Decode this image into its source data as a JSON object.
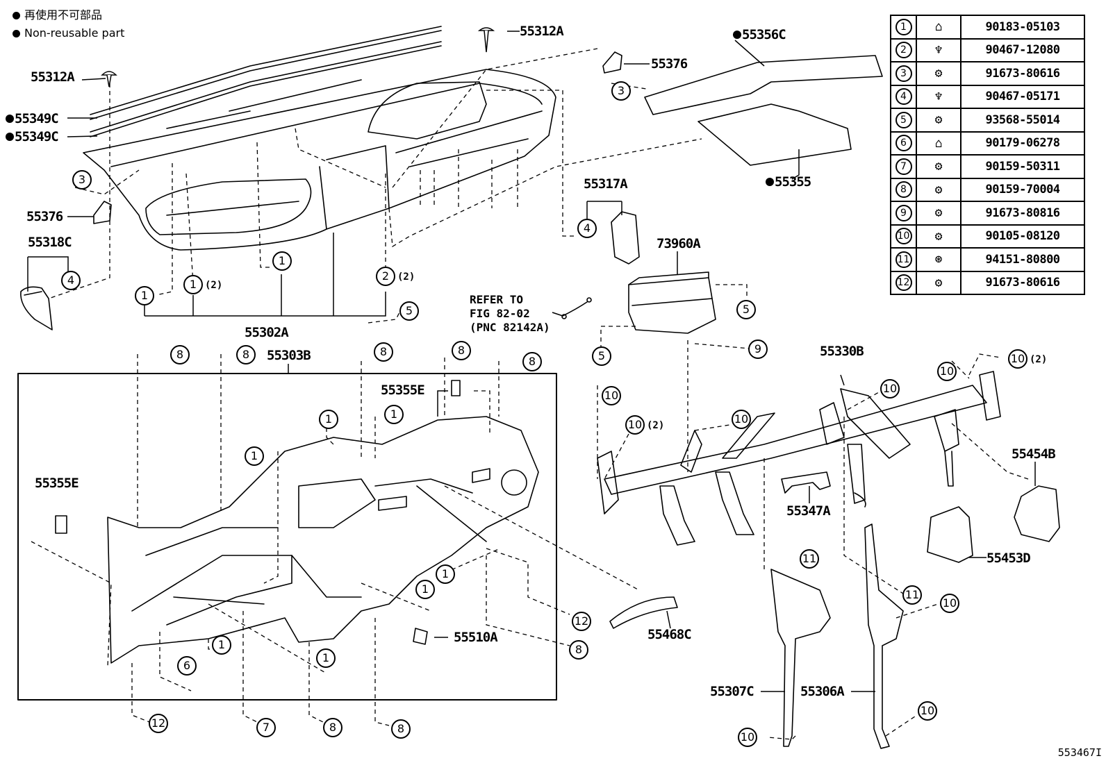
{
  "notes": {
    "line1": "再使用不可部品",
    "line2": "Non-reusable part"
  },
  "figure_id": "553467I",
  "refer": {
    "line1": "REFER TO",
    "line2": "FIG 82-02",
    "line3": "(PNC 82142A)"
  },
  "labels": {
    "p55312A_top": "55312A",
    "p55312A_left": "55312A",
    "p55349C_1": "55349C",
    "p55349C_2": "55349C",
    "p55376_left": "55376",
    "p55376_right": "55376",
    "p55318C": "55318C",
    "p55302A": "55302A",
    "p55356C": "55356C",
    "p55355": "55355",
    "p55317A": "55317A",
    "p73960A": "73960A",
    "p55303B": "55303B",
    "p55355E_box": "55355E",
    "p55355E_left": "55355E",
    "p55510A": "55510A",
    "p55468C": "55468C",
    "p55330B": "55330B",
    "p55454B": "55454B",
    "p55347A": "55347A",
    "p55453D": "55453D",
    "p55307C": "55307C",
    "p55306A": "55306A"
  },
  "qty2": "(2)",
  "fasteners": [
    {
      "no": "1",
      "part": "90183-05103",
      "icon": "clip-icon"
    },
    {
      "no": "2",
      "part": "90467-12080",
      "icon": "push-clip-icon"
    },
    {
      "no": "3",
      "part": "91673-80616",
      "icon": "screw-icon"
    },
    {
      "no": "4",
      "part": "90467-05171",
      "icon": "push-clip-icon"
    },
    {
      "no": "5",
      "part": "93568-55014",
      "icon": "screw-icon"
    },
    {
      "no": "6",
      "part": "90179-06278",
      "icon": "clip-icon"
    },
    {
      "no": "7",
      "part": "90159-50311",
      "icon": "screw-icon"
    },
    {
      "no": "8",
      "part": "90159-70004",
      "icon": "screw-icon"
    },
    {
      "no": "9",
      "part": "91673-80816",
      "icon": "screw-icon"
    },
    {
      "no": "10",
      "part": "90105-08120",
      "icon": "screw-icon"
    },
    {
      "no": "11",
      "part": "94151-80800",
      "icon": "nut-icon"
    },
    {
      "no": "12",
      "part": "91673-80616",
      "icon": "screw-icon"
    }
  ],
  "callouts": {
    "c1": "1",
    "c2": "2",
    "c3": "3",
    "c4": "4",
    "c5": "5",
    "c6": "6",
    "c7": "7",
    "c8": "8",
    "c9": "9",
    "c10": "10",
    "c11": "11",
    "c12": "12"
  }
}
